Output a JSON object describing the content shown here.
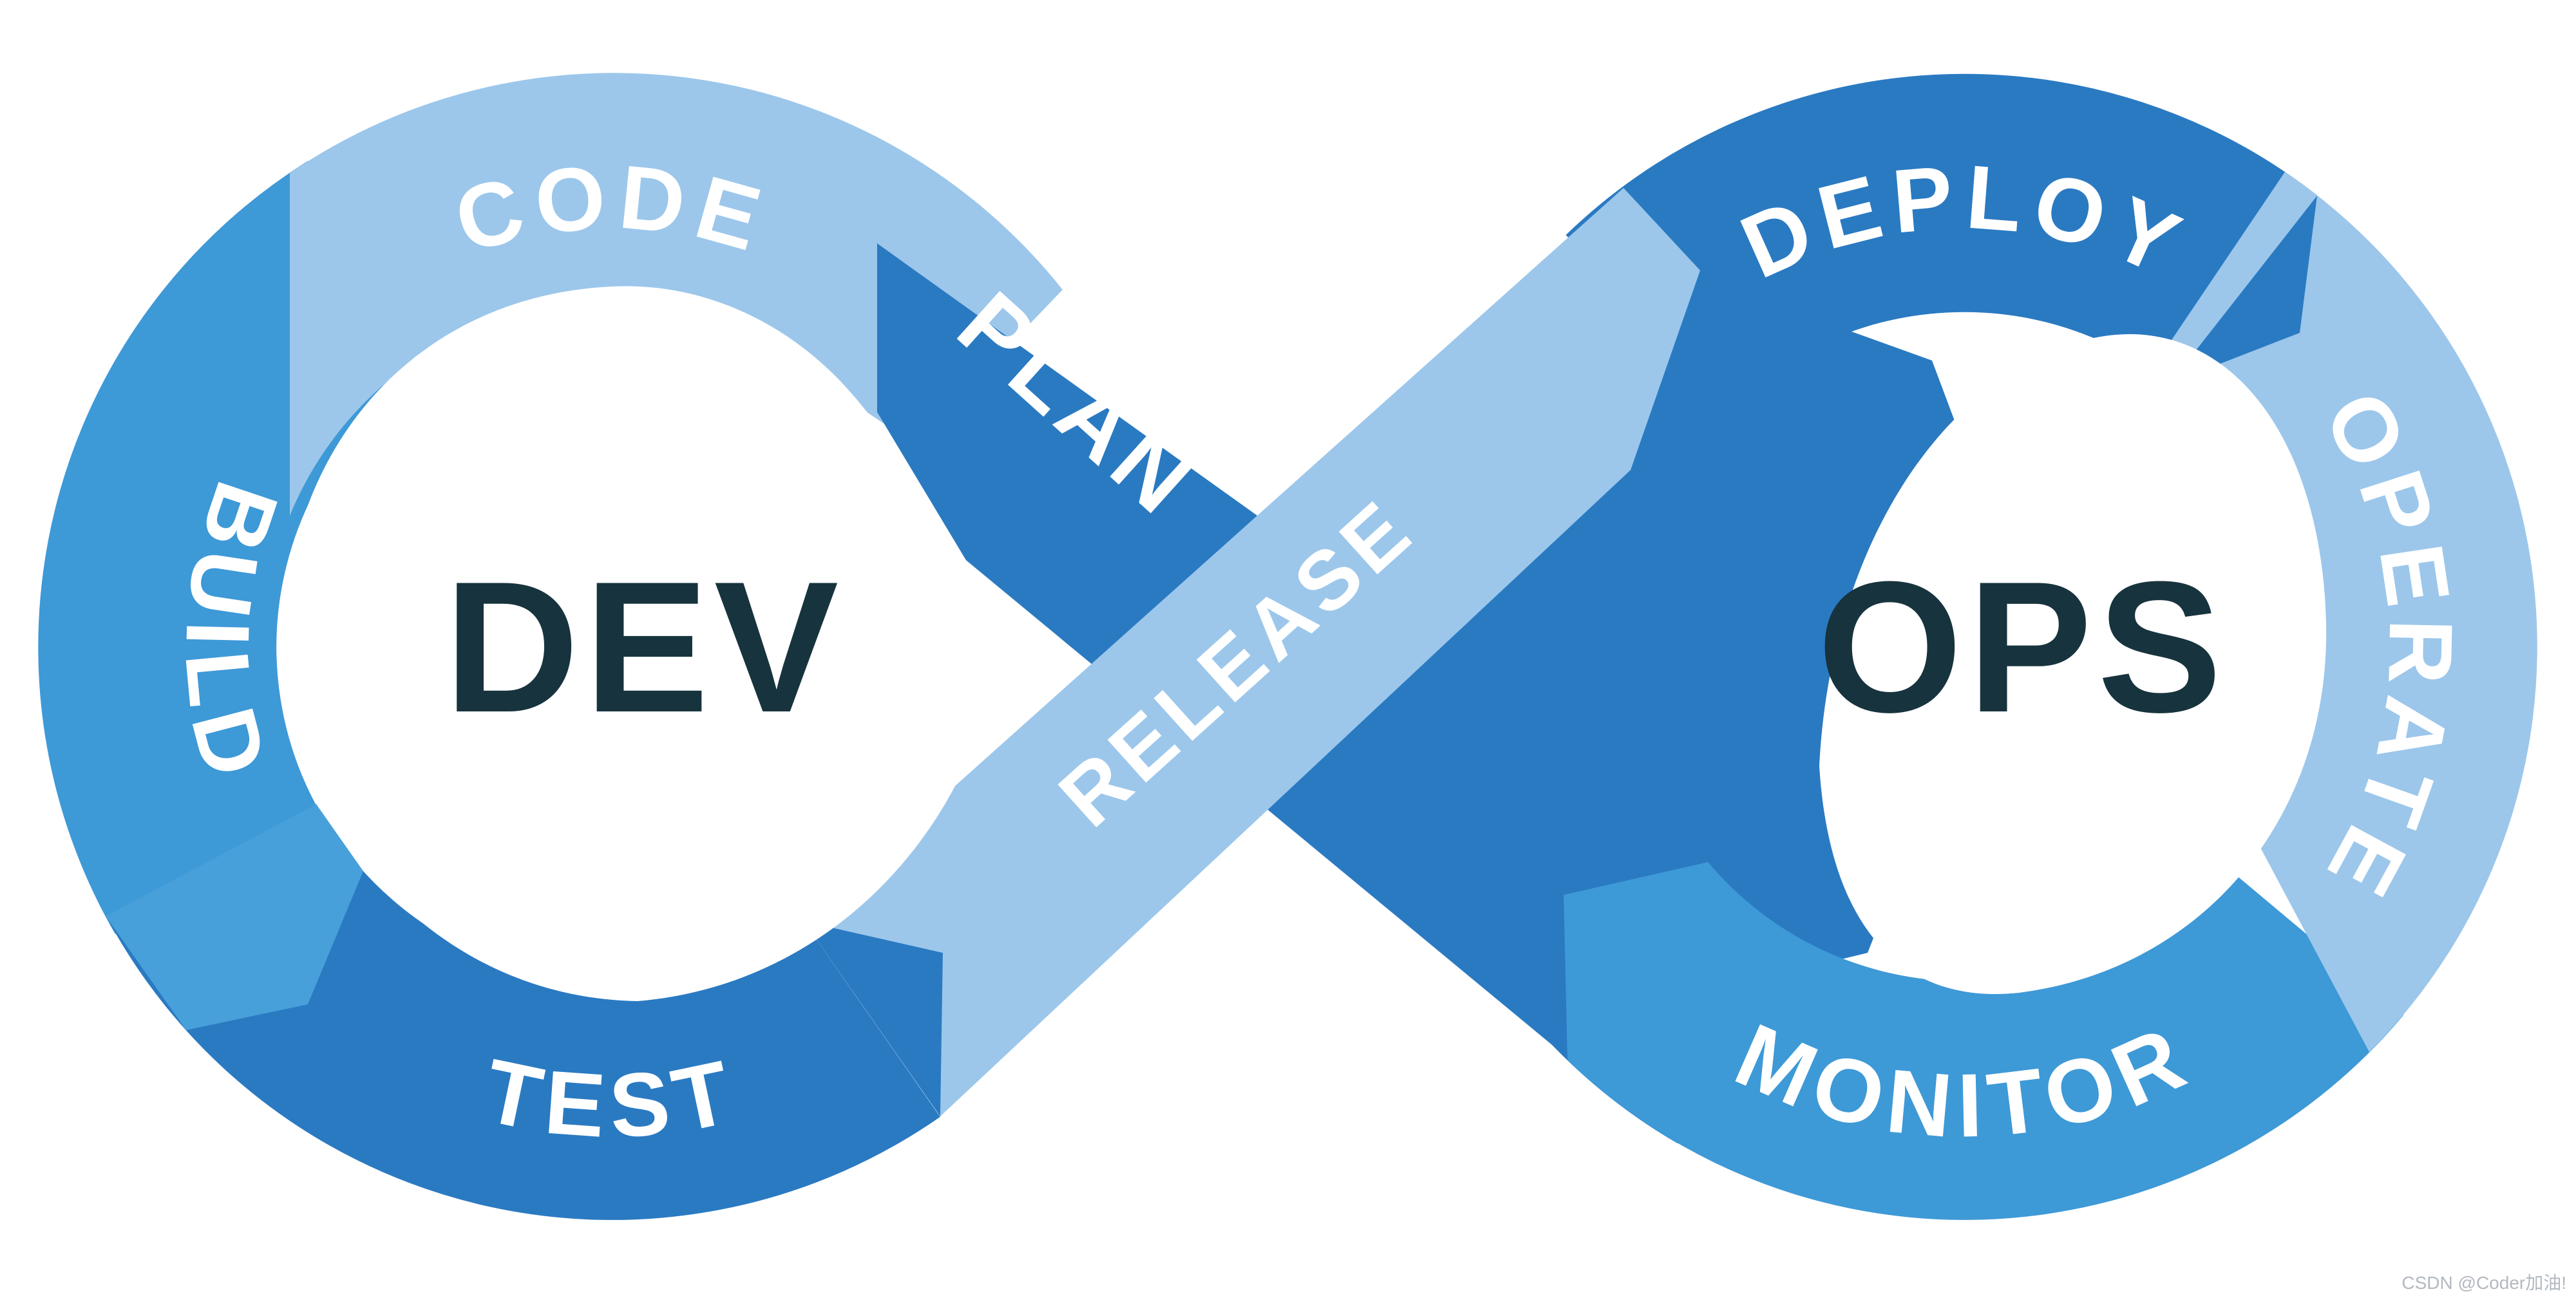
{
  "diagram": {
    "name": "devops-infinity-loop",
    "loop_left_label": "DEV",
    "loop_right_label": "OPS",
    "stages": {
      "plan": "PLAN",
      "code": "CODE",
      "build": "BUILD",
      "test": "TEST",
      "release": "RELEASE",
      "deploy": "DEPLOY",
      "operate": "OPERATE",
      "monitor": "MONITOR"
    }
  },
  "colors": {
    "light": "#9CC7EB",
    "medium": "#3E99D7",
    "medium_light": "#47A0DA",
    "dark": "#2A7AC2",
    "loop_text": "#17333E",
    "stage_text": "#FFFFFF",
    "background": "#FFFFFF",
    "watermark": "#B3B9C0"
  },
  "watermark": "CSDN @Coder加油!"
}
